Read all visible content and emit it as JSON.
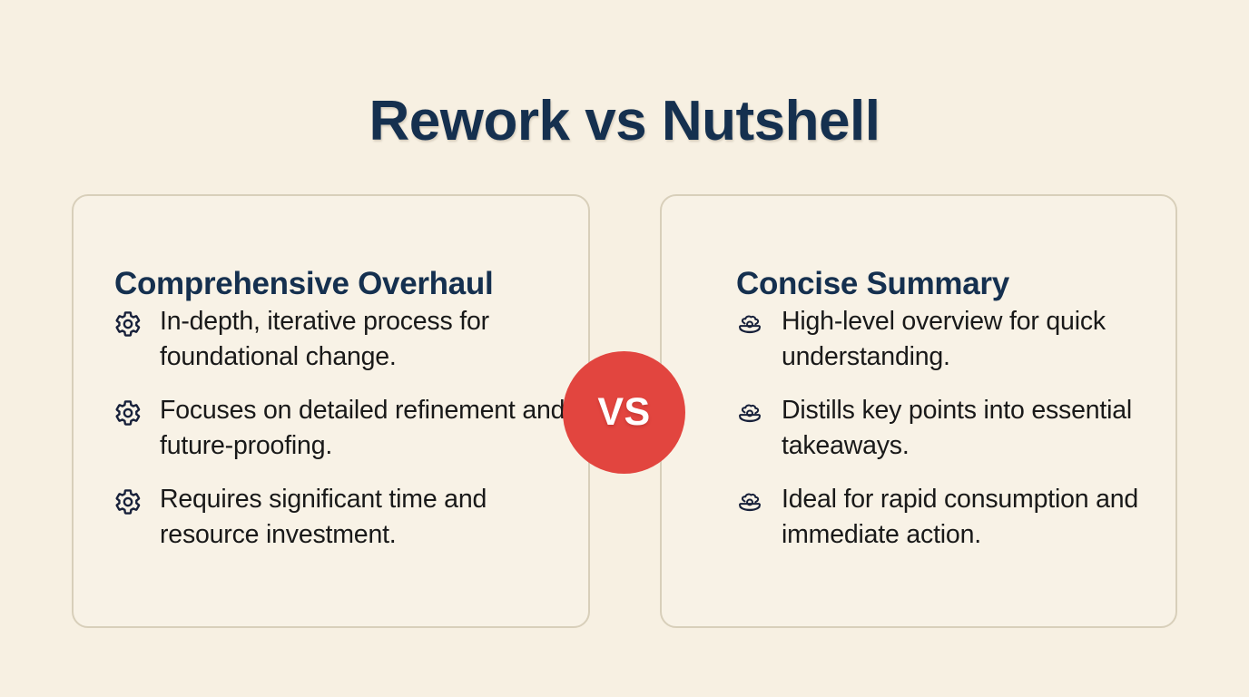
{
  "page": {
    "title": "Rework vs Nutshell",
    "background_color": "#f7f0e2",
    "navy_color": "#15304f",
    "body_text_color": "#191919",
    "card_border_color": "#d8cfba",
    "accent_color": "#e2453f"
  },
  "comparison": {
    "vs_label": "VS",
    "left": {
      "title": "Comprehensive Overhaul",
      "icon": "gear-icon",
      "items": [
        "In-depth, iterative process for foundational change.",
        "Focuses on detailed refinement and future-proofing.",
        "Requires significant time and resource investment."
      ]
    },
    "right": {
      "title": "Concise Summary",
      "icon": "shell-pearl-icon",
      "items": [
        "High-level overview for quick understanding.",
        "Distills key points into essential takeaways.",
        "Ideal for rapid consumption and immediate action."
      ]
    }
  }
}
